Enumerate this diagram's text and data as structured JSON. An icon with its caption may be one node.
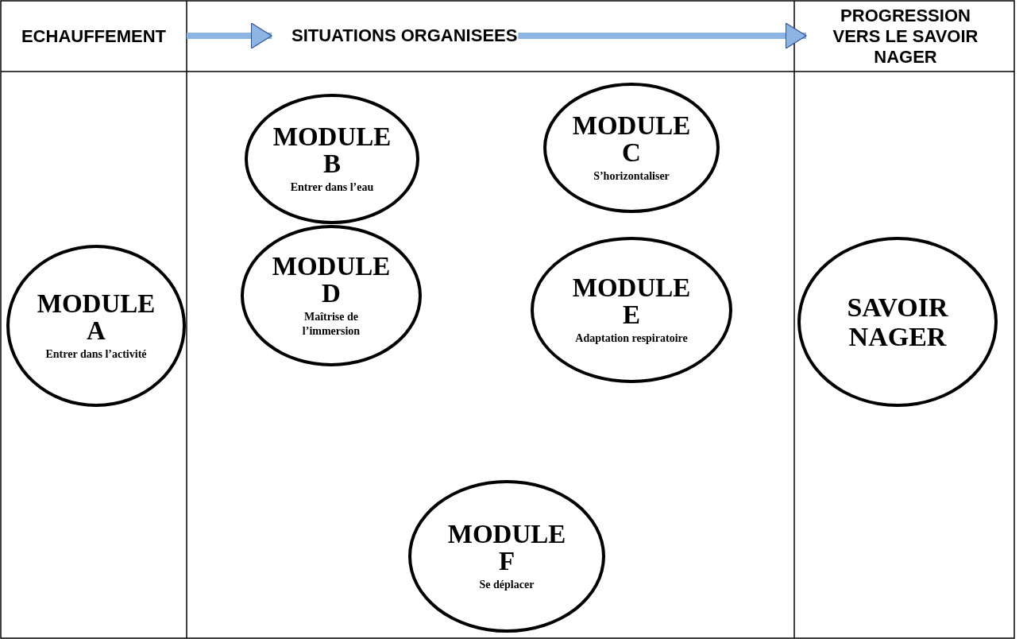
{
  "diagram": {
    "nodes": [
      {
        "text": [
          "ECHAUFFEMENT"
        ]
      },
      {
        "text": [
          "SITUATIONS ORGANISEES"
        ]
      },
      {
        "text": [
          "PROGRESSION VERS LE SAVOIR NAGER"
        ]
      },
      {
        "text": [
          "MODULE A",
          "Entrer dans l’activité"
        ]
      },
      {
        "text": [
          "MODULE B",
          "Entrer dans l’eau"
        ]
      },
      {
        "text": [
          "MODULE C",
          "S’horizontaliser"
        ]
      },
      {
        "text": [
          "MODULE D",
          "Maîtrise de l’immersion"
        ]
      },
      {
        "text": [
          "MODULE E",
          "Adaptation respiratoire"
        ]
      },
      {
        "text": [
          "MODULE F",
          "Se déplacer"
        ]
      },
      {
        "text": [
          "SAVOIR NAGER"
        ]
      }
    ],
    "edges": [
      {
        "from": 0,
        "to": 1,
        "arrow": "to"
      },
      {
        "from": 1,
        "to": 2,
        "arrow": "to"
      }
    ]
  }
}
